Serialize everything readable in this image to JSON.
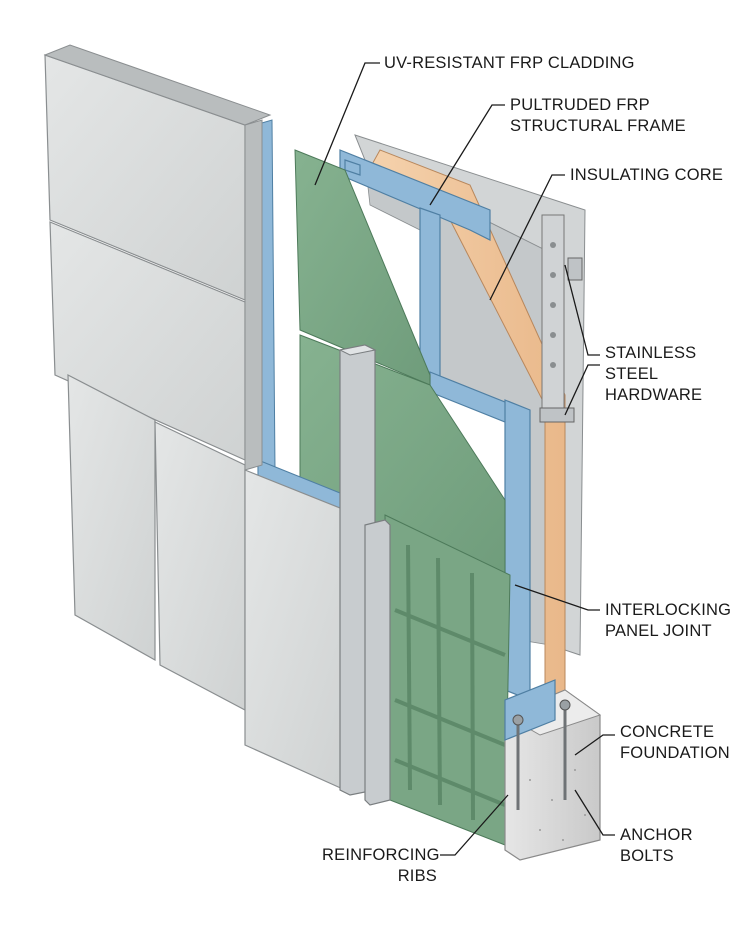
{
  "labels": {
    "cladding": {
      "lines": [
        "UV-RESISTANT FRP CLADDING"
      ]
    },
    "frame": {
      "lines": [
        "PULTRUDED FRP",
        "STRUCTURAL FRAME"
      ]
    },
    "core": {
      "lines": [
        "INSULATING CORE"
      ]
    },
    "hardware": {
      "lines": [
        "STAINLESS",
        "STEEL",
        "HARDWARE"
      ]
    },
    "joint": {
      "lines": [
        "INTERLOCKING",
        "PANEL JOINT"
      ]
    },
    "foundation": {
      "lines": [
        "CONCRETE",
        "FOUNDATION"
      ]
    },
    "anchor": {
      "lines": [
        "ANCHOR",
        "BOLTS"
      ]
    },
    "ribs": {
      "lines": [
        "REINFORCING",
        "RIBS"
      ]
    }
  },
  "colors": {
    "cladding_panel": "#d9dbdb",
    "frp_frame": "#8fb8d8",
    "insulating_core": "#f2c9a0",
    "green_panel": "#7fa98a",
    "steel": "#c8cccf",
    "concrete": "#dcdcdc"
  }
}
